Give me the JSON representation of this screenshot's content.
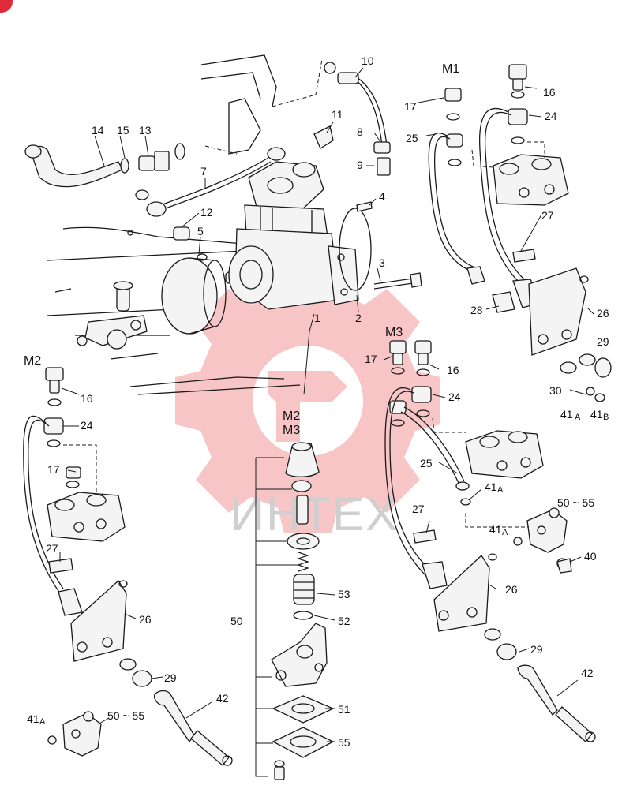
{
  "watermark": {
    "brand": "ИНТЕХ",
    "color": "#e8333a"
  },
  "corner_badge": {
    "color": "#e02a3a"
  },
  "groups": {
    "m1": "M1",
    "m2": "M2",
    "m3": "M3",
    "m2_center": "M2",
    "m3_center": "M3"
  },
  "callouts": {
    "c1": "1",
    "c2": "2",
    "c3": "3",
    "c4": "4",
    "c5": "5",
    "c7": "7",
    "c8": "8",
    "c9": "9",
    "c10": "10",
    "c11": "11",
    "c12": "12",
    "c13": "13",
    "c14": "14",
    "c15": "15",
    "m1_16": "16",
    "m1_17": "17",
    "m1_24": "24",
    "m1_25": "25",
    "m1_26": "26",
    "m1_27": "27",
    "m1_28": "28",
    "m1_29": "29",
    "m1_30": "30",
    "m1_41a": "41",
    "m1_41a_sub": "A",
    "m1_41b": "41",
    "m1_41b_sub": "B",
    "m3_16": "16",
    "m3_17": "17",
    "m3_24": "24",
    "m3_25": "25",
    "m3_26": "26",
    "m3_27": "27",
    "m3_29": "29",
    "m3_40": "40",
    "m3_41a": "41",
    "m3_41a_sub": "A",
    "m3_41a2": "41",
    "m3_41a2_sub": "A",
    "m3_42": "42",
    "m3_50_55": "50 ~ 55",
    "m2_16": "16",
    "m2_17": "17",
    "m2_24": "24",
    "m2_26": "26",
    "m2_27": "27",
    "m2_29": "29",
    "m2_41a": "41",
    "m2_41a_sub": "A",
    "m2_42": "42",
    "m2_50_55": "50 ~ 55",
    "v50": "50",
    "v51": "51",
    "v52": "52",
    "v53": "53",
    "v55": "55"
  }
}
